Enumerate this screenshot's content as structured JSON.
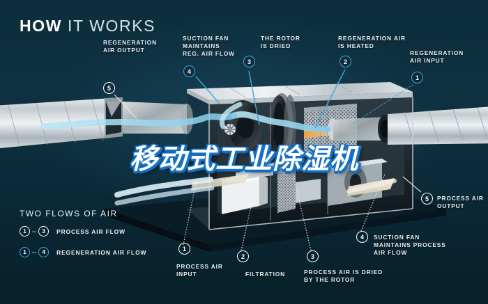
{
  "header": {
    "title_bold": "HOW",
    "title_rest": " IT WORKS"
  },
  "overlay": {
    "headline_cn": "移动式工业除湿机"
  },
  "legend": {
    "heading": "TWO FLOWS OF AIR",
    "rows": [
      {
        "from": "1",
        "to": "3",
        "dash": "–",
        "label": "PROCESS AIR FLOW",
        "style": "white"
      },
      {
        "from": "1",
        "to": "4",
        "dash": "–",
        "label": "REGENERATION AIR FLOW",
        "style": "blue"
      }
    ]
  },
  "callouts": [
    {
      "num": "5",
      "style": "white",
      "label": "REGENERATION\nAIR OUTPUT"
    },
    {
      "num": "4",
      "style": "blue",
      "label": "SUCTION FAN\nMAINTAINS\nREG. AIR FLOW"
    },
    {
      "num": "3",
      "style": "blue",
      "label": "THE ROTOR\nIS DRIED"
    },
    {
      "num": "2",
      "style": "blue",
      "label": "REGENERATION AIR\nIS HEATED"
    },
    {
      "num": "1",
      "style": "blue",
      "label": "REGENERATION\nAIR INPUT"
    },
    {
      "num": "5",
      "style": "white",
      "label": "PROCESS AIR\nOUTPUT"
    },
    {
      "num": "4",
      "style": "white",
      "label": "SUCTION FAN\nMAINTAINS PROCESS\nAIR FLOW"
    },
    {
      "num": "3",
      "style": "white",
      "label": "PROCESS AIR IS DRIED\nBY THE ROTOR"
    },
    {
      "num": "2",
      "style": "white",
      "label": "FILTRATION"
    },
    {
      "num": "1",
      "style": "white",
      "label": "PROCESS AIR\nINPUT"
    }
  ],
  "colors": {
    "background": "#0d2d3c",
    "accent_blue": "#3fa9dd",
    "headline_shadow": "#1571c4",
    "text": "#e9f1f5"
  },
  "figure": {
    "alt": "cutaway-illustration-of-desiccant-dehumidifier-with-ducts-rotor-fans-and-filters"
  }
}
